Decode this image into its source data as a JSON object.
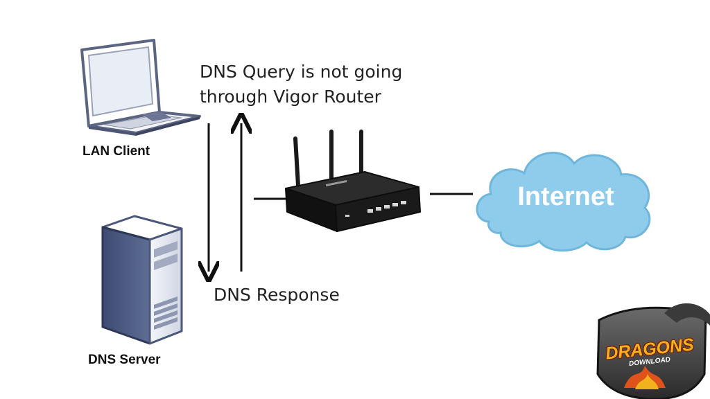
{
  "labels": {
    "query_line1": "DNS Query is not going",
    "query_line2": "through Vigor Router",
    "response": "DNS Response",
    "lan_client": "LAN Client",
    "dns_server": "DNS Server",
    "internet": "Internet"
  },
  "watermark": {
    "title": "DRAGONS",
    "subtitle": "DOWNLOAD"
  },
  "icons": {
    "client": "laptop-icon",
    "server": "server-tower-icon",
    "router": "router-icon",
    "cloud": "cloud-icon",
    "logo": "dragon-shield-logo"
  },
  "colors": {
    "cloud": "#8fcbea",
    "cloud_outline": "#6fb6dc",
    "router": "#141414",
    "lines": "#111111"
  }
}
